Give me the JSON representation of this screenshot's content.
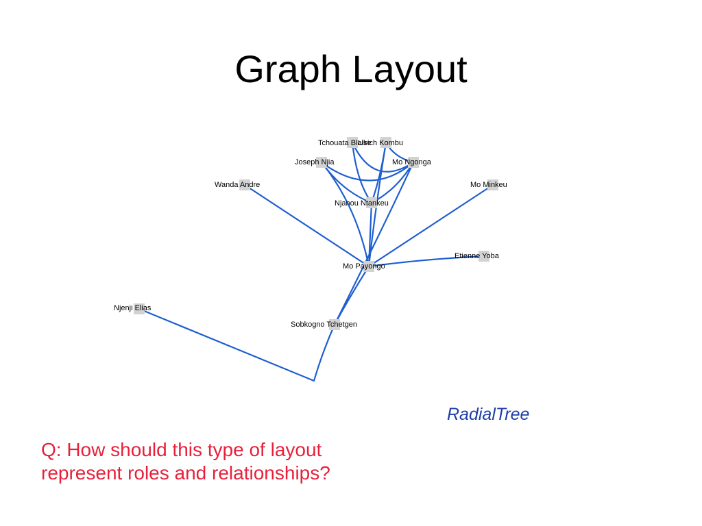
{
  "slide": {
    "title": "Graph Layout",
    "caption": "RadialTree",
    "question": {
      "line1": "Q: How should this type of layout",
      "line2": "represent roles and relationships?"
    }
  },
  "colors": {
    "edge": "#1f5fd0",
    "caption": "#1f3ea8",
    "question": "#e8203a",
    "title": "#000000"
  },
  "graph": {
    "nodes": [
      {
        "id": "tchouata",
        "label": "Tchouata Blaise"
      },
      {
        "id": "ulrich",
        "label": "Ulrich Kombu"
      },
      {
        "id": "joseph",
        "label": "Joseph Njia"
      },
      {
        "id": "mongonga",
        "label": "Mo Ngonga"
      },
      {
        "id": "wanda",
        "label": "Wanda Andre"
      },
      {
        "id": "minkeu",
        "label": "Mo Minkeu"
      },
      {
        "id": "njanou",
        "label": "Njanou Ntankeu"
      },
      {
        "id": "payongo",
        "label": "Mo Payongo"
      },
      {
        "id": "etienne",
        "label": "Etienne Yoba"
      },
      {
        "id": "njenji",
        "label": "Njenji Elias"
      },
      {
        "id": "sobkogno",
        "label": "Sobkogno Tchetgen"
      }
    ]
  }
}
